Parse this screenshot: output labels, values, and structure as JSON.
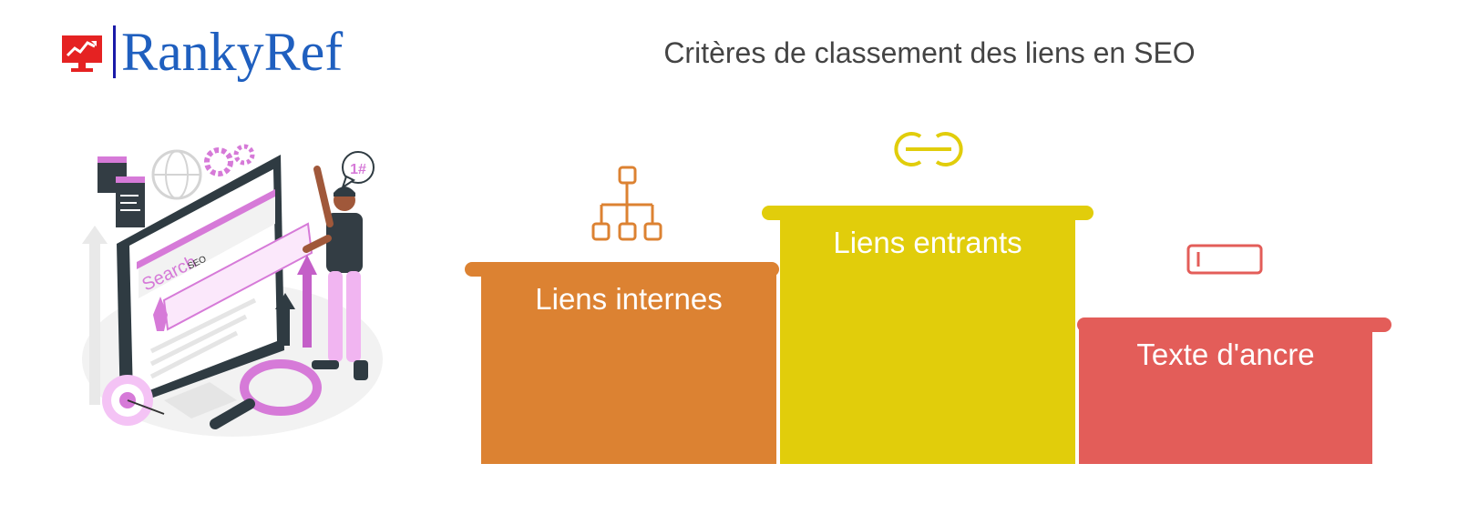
{
  "brand": {
    "name": "RankyRef",
    "color": "#1f5fbf",
    "icon": "chart-monitor-icon"
  },
  "title": "Critères de classement des liens en SEO",
  "illustration": {
    "search_word": "Search",
    "seo_tag": "SEO",
    "rank_badge": "1#"
  },
  "steps": [
    {
      "label": "Liens internes",
      "color": "#dc8232",
      "icon": "hierarchy-icon",
      "rank": 2
    },
    {
      "label": "Liens entrants",
      "color": "#e1cd0b",
      "icon": "link-icon",
      "rank": 1
    },
    {
      "label": "Texte d'ancre",
      "color": "#e35d59",
      "icon": "text-field-icon",
      "rank": 3
    }
  ]
}
